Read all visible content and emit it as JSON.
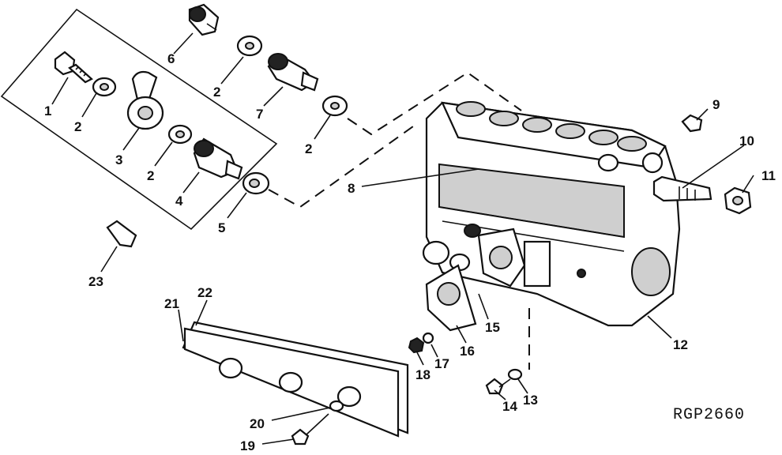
{
  "callouts": [
    "1",
    "2",
    "3",
    "2",
    "4",
    "5",
    "6",
    "2",
    "7",
    "2",
    "8",
    "9",
    "10",
    "11",
    "12",
    "13",
    "14",
    "15",
    "16",
    "17",
    "18",
    "19",
    "20",
    "21",
    "22",
    "23"
  ],
  "figure_code": "RGP2660"
}
